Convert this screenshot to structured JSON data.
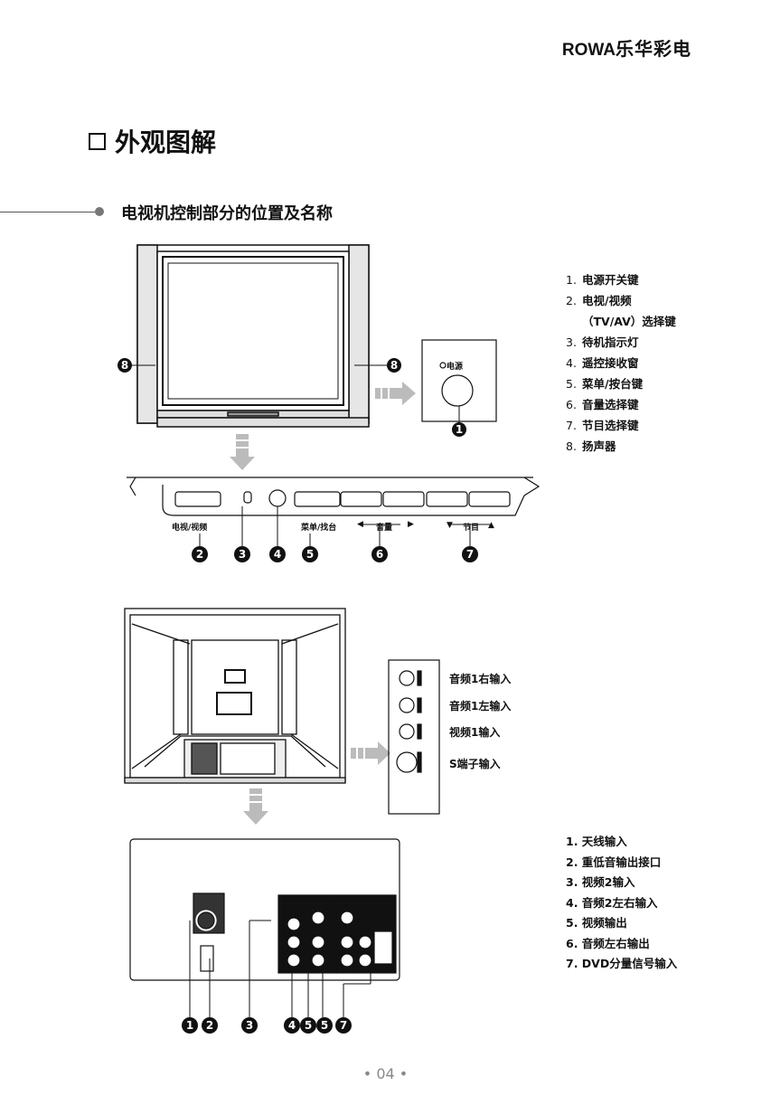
{
  "header": {
    "brand_latin": "ROWA",
    "brand_cn": "乐华彩电"
  },
  "heading": {
    "title": "外观图解"
  },
  "subheading": {
    "title": "电视机控制部分的位置及名称"
  },
  "front_callouts": {
    "speaker_left": "8",
    "speaker_right": "8",
    "power": "1"
  },
  "power_panel": {
    "label": "电源"
  },
  "front_legend": [
    {
      "num": "1.",
      "text": "电源开关键"
    },
    {
      "num": "2.",
      "text": "电视/视频"
    },
    {
      "num": "",
      "text": "（TV/AV）选择键"
    },
    {
      "num": "3.",
      "text": "待机指示灯"
    },
    {
      "num": "4.",
      "text": "遥控接收窗"
    },
    {
      "num": "5.",
      "text": "菜单/按台键"
    },
    {
      "num": "6.",
      "text": "音量选择键"
    },
    {
      "num": "7.",
      "text": "节目选择键"
    },
    {
      "num": "8.",
      "text": "扬声器"
    }
  ],
  "panel_labels": {
    "tv_av": "电视/视频",
    "menu": "菜单/找台",
    "vol_left": "◀",
    "vol": "音量",
    "vol_right": "▶",
    "prog_down": "▼",
    "prog": "节目",
    "prog_up": "▲"
  },
  "panel_callouts": [
    "2",
    "3",
    "4",
    "5",
    "6",
    "7"
  ],
  "side_ports": [
    {
      "text": "音频1右输入"
    },
    {
      "text": "音频1左输入"
    },
    {
      "text": "视频1输入"
    },
    {
      "text": "S端子输入"
    }
  ],
  "rear_legend": [
    "1. 天线输入",
    "2. 重低音输出接口",
    "3. 视频2输入",
    "4. 音频2左右输入",
    "5. 视频输出",
    "6. 音频左右输出",
    "7. DVD分量信号输入"
  ],
  "rear_callouts": [
    "1",
    "2",
    "3",
    "4",
    "5",
    "5",
    "7"
  ],
  "page": {
    "number": "04"
  }
}
